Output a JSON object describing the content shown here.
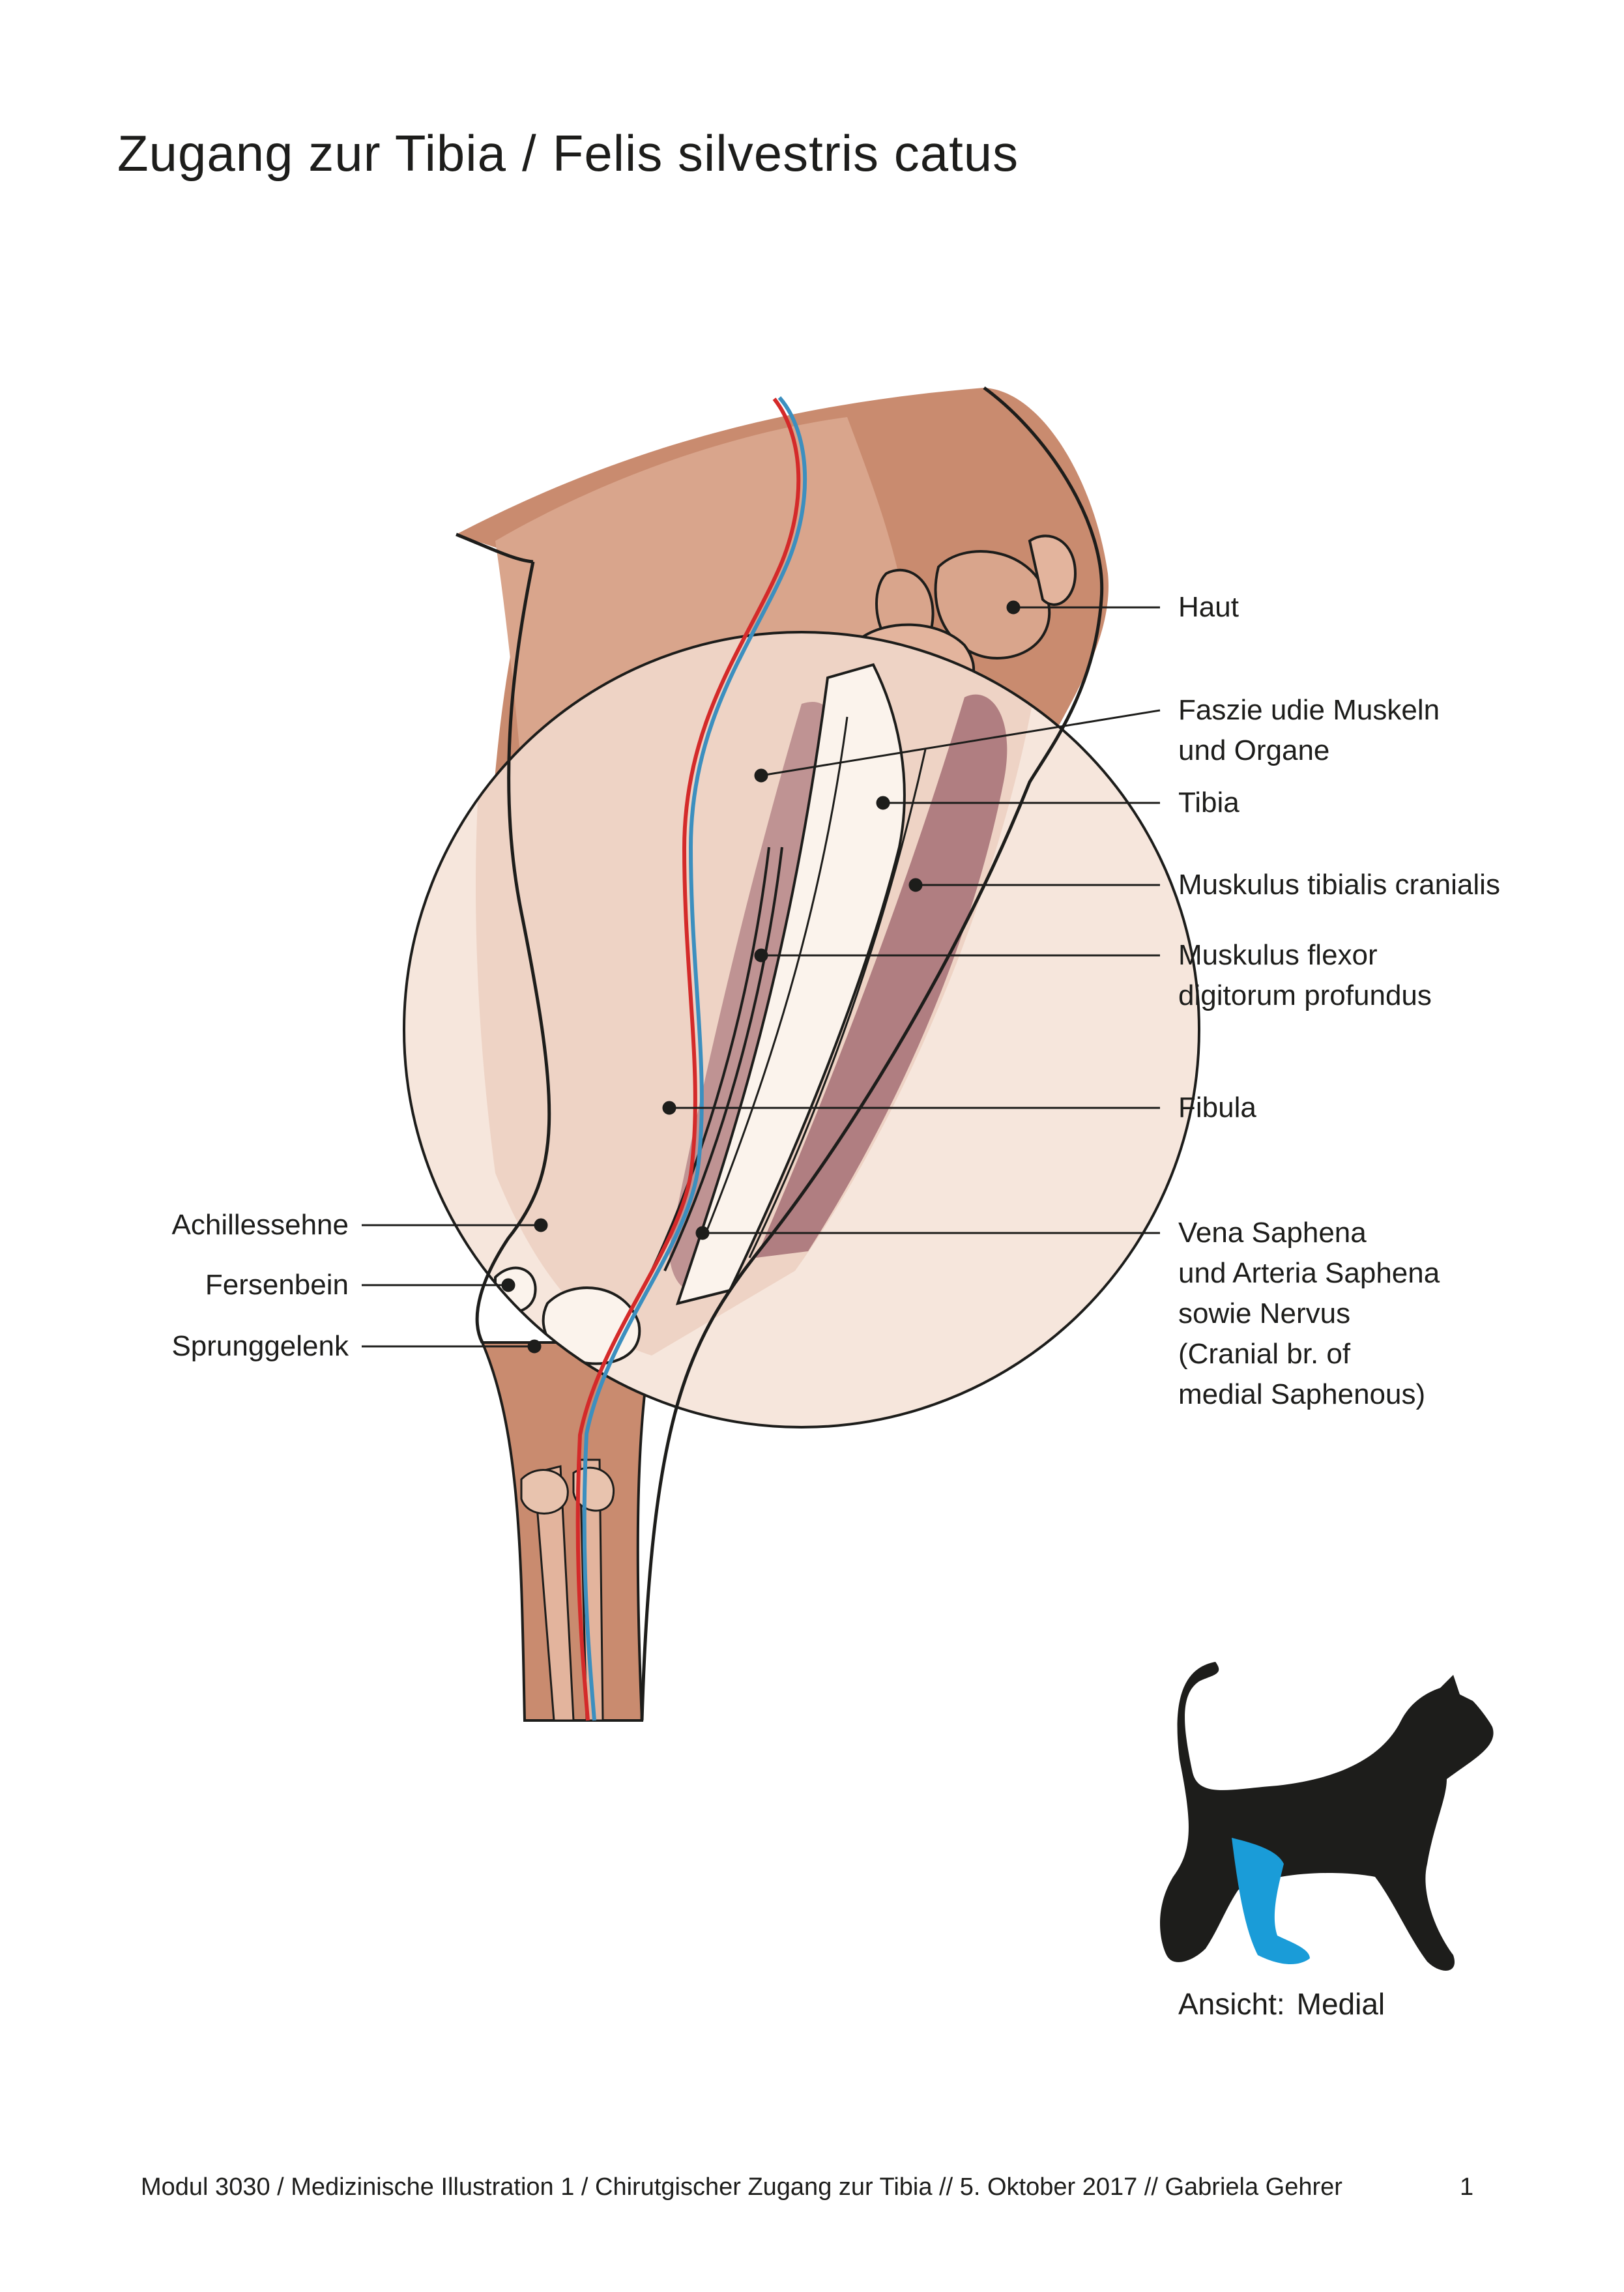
{
  "header": {
    "title_part1": "Zugang zur Tibia",
    "separator": "/",
    "title_part2": "Felis silvestris catus"
  },
  "labels_right": [
    {
      "id": "haut",
      "lines": [
        "Haut"
      ]
    },
    {
      "id": "faszie",
      "lines": [
        "Faszie udie Muskeln",
        "und Organe"
      ]
    },
    {
      "id": "tibia",
      "lines": [
        "Tibia"
      ]
    },
    {
      "id": "tibialis",
      "lines": [
        "Muskulus tibialis cranialis"
      ]
    },
    {
      "id": "flexor",
      "lines": [
        "Muskulus flexor",
        "digitorum profundus"
      ]
    },
    {
      "id": "fibula",
      "lines": [
        "Fibula"
      ]
    },
    {
      "id": "vena",
      "lines": [
        "Vena Saphena",
        "und Arteria Saphena",
        "sowie Nervus",
        "(Cranial br. of",
        "medial Saphenous)"
      ]
    }
  ],
  "labels_left": [
    {
      "id": "achilles",
      "text": "Achillessehne"
    },
    {
      "id": "fersenbein",
      "text": "Fersenbein"
    },
    {
      "id": "sprunggelenk",
      "text": "Sprunggelenk"
    }
  ],
  "view": {
    "label": "Ansicht:",
    "value": "Medial"
  },
  "footer": {
    "text": "Modul 3030 / Medizinische Illustration 1 / Chirutgischer Zugang zur Tibia // 5. Oktober 2017 // Gabriela Gehrer",
    "page": "1"
  },
  "colors": {
    "skin": "#c98b6f",
    "skin_light": "#d9a58c",
    "tissue": "#f1dcd0",
    "muscle": "#b6878a",
    "bone": "#fbf3ec",
    "artery": "#d42a2a",
    "vein": "#3c8fbf",
    "cat": "#1d1d1b",
    "highlight": "#1a9cd8"
  }
}
